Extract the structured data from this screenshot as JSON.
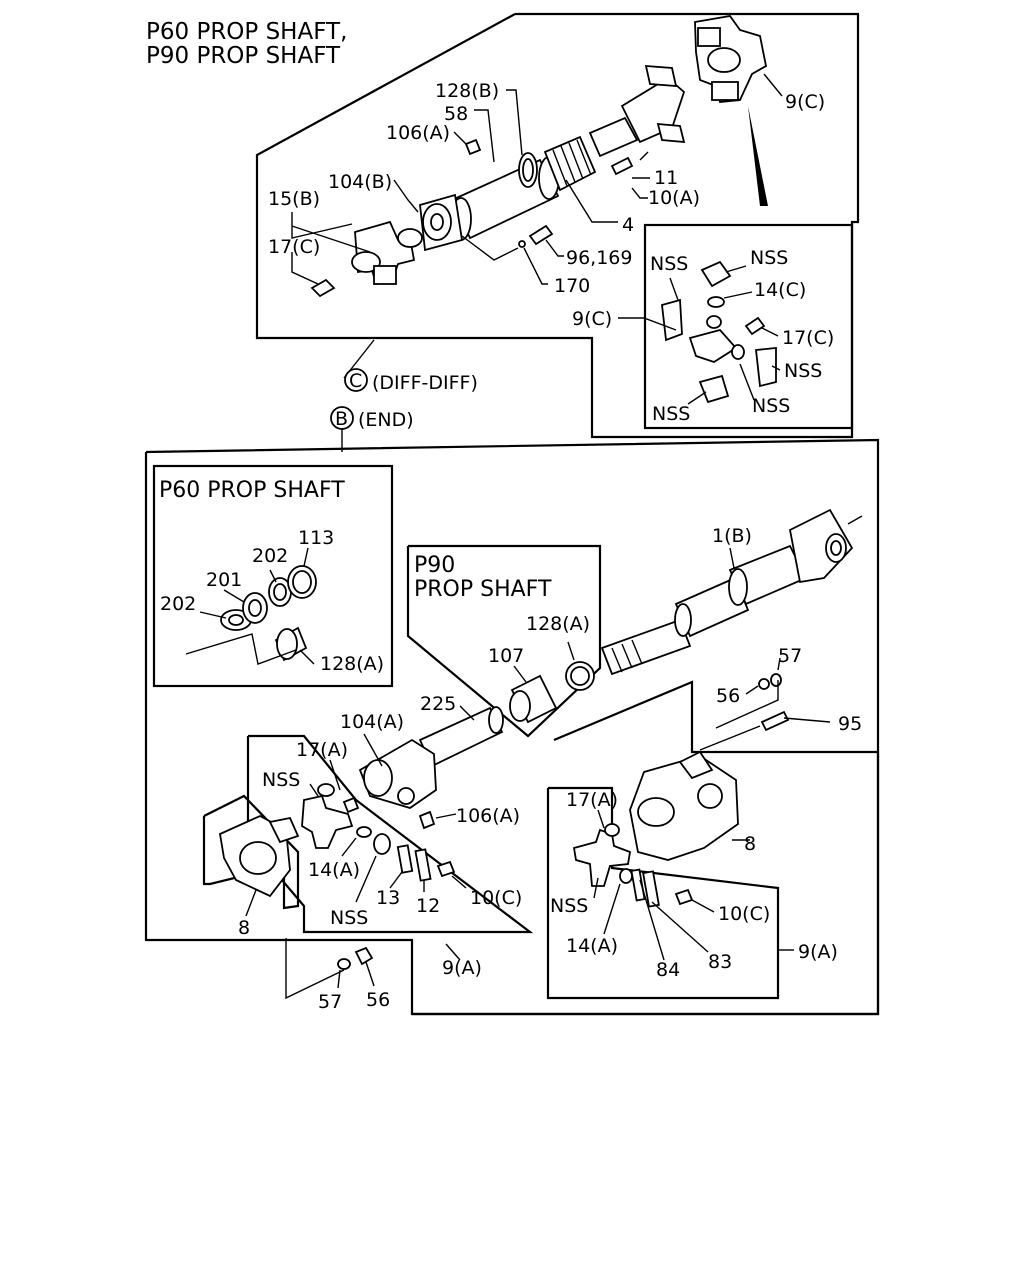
{
  "title_line1": "P60 PROP SHAFT,",
  "title_line2": "P90 PROP SHAFT",
  "section_c_label": "(DIFF-DIFF)",
  "section_c_marker": "C",
  "section_b_label": "(END)",
  "section_b_marker": "B",
  "inset_p60_title": "P60 PROP SHAFT",
  "inset_p90_title_line1": "P90",
  "inset_p90_title_line2": "PROP SHAFT",
  "callouts": {
    "c_128b": "128(B)",
    "c_58": "58",
    "c_106a_top": "106(A)",
    "c_104b": "104(B)",
    "c_15b": "15(B)",
    "c_17c_left": "17(C)",
    "c_11": "11",
    "c_10a": "10(A)",
    "c_4": "4",
    "c_96_169": "96,169",
    "c_170": "170",
    "c_9c_top": "9(C)",
    "c_nss_1": "NSS",
    "c_nss_2": "NSS",
    "c_14c": "14(C)",
    "c_9c_inset": "9(C)",
    "c_17c_right": "17(C)",
    "c_nss_3": "NSS",
    "c_nss_4": "NSS",
    "c_nss_5": "NSS",
    "c_113": "113",
    "c_202_a": "202",
    "c_201": "201",
    "c_202_b": "202",
    "c_128a_p60": "128(A)",
    "c_1b": "1(B)",
    "c_128a_p90": "128(A)",
    "c_107": "107",
    "c_57_right": "57",
    "c_56_right": "56",
    "c_95": "95",
    "c_225": "225",
    "c_104a": "104(A)",
    "c_17a_left": "17(A)",
    "c_nss_6": "NSS",
    "c_106a_bottom": "106(A)",
    "c_14a_left": "14(A)",
    "c_nss_7": "NSS",
    "c_13": "13",
    "c_12": "12",
    "c_10c_left": "10(C)",
    "c_8_left": "8",
    "c_9a_left": "9(A)",
    "c_57_left": "57",
    "c_56_left": "56",
    "c_17a_right": "17(A)",
    "c_nss_8": "NSS",
    "c_8_right": "8",
    "c_10c_right": "10(C)",
    "c_14a_right": "14(A)",
    "c_84": "84",
    "c_83": "83",
    "c_9a_right": "9(A)"
  }
}
